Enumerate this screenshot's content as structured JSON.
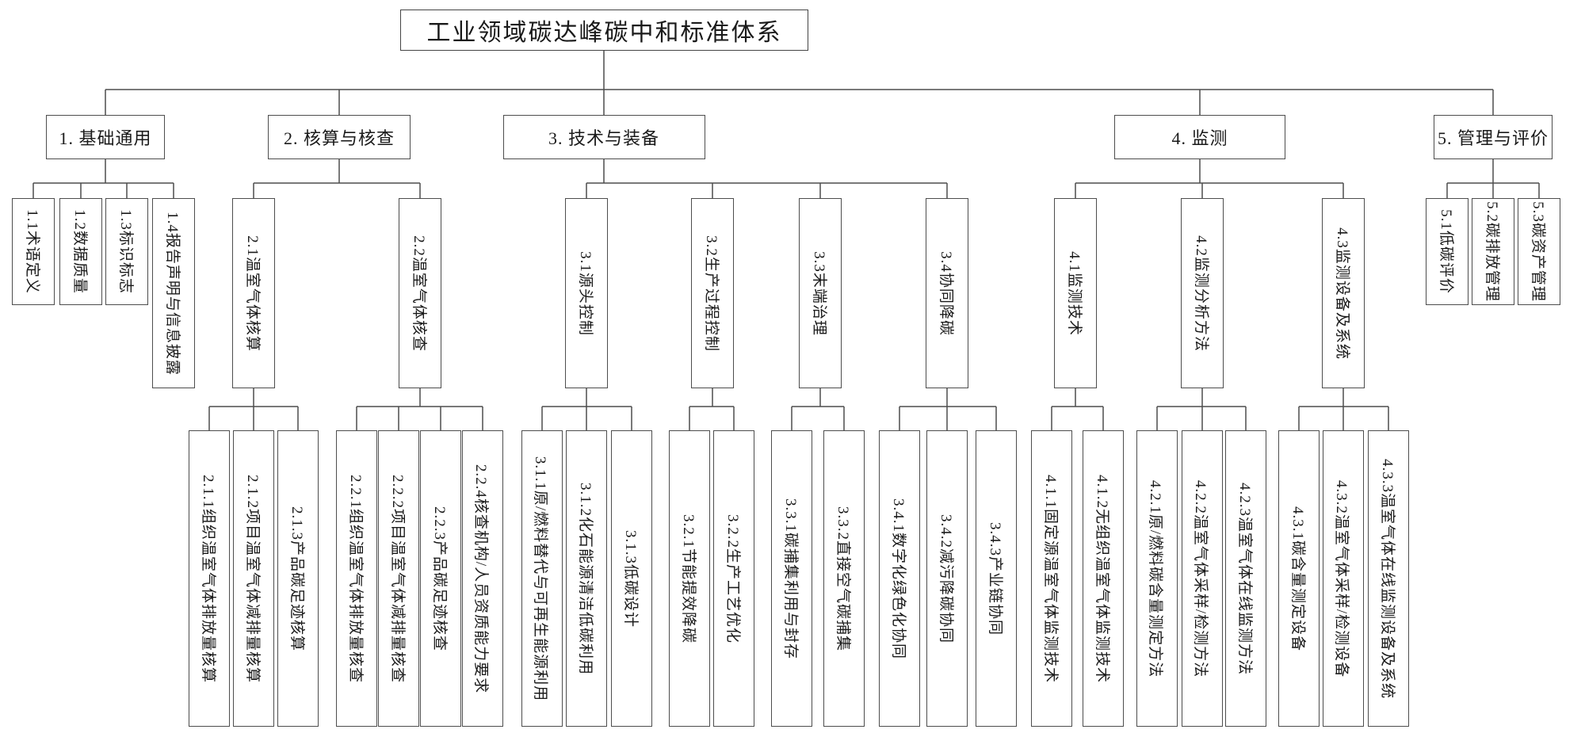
{
  "title": "工业领域碳达峰碳中和标准体系",
  "colors": {
    "line": "#4d4d4d",
    "text": "#1a1a1a",
    "background": "#ffffff"
  },
  "groups": [
    {
      "label": "1. 基础通用",
      "children": [
        {
          "label": "1.1术语定义"
        },
        {
          "label": "1.2数据质量"
        },
        {
          "label": "1.3标识标志"
        },
        {
          "label": "1.4报告声明与信息披露"
        }
      ]
    },
    {
      "label": "2. 核算与核查",
      "children": [
        {
          "label": "2.1温室气体核算",
          "children": [
            {
              "label": "2.1.1组织温室气体排放量核算"
            },
            {
              "label": "2.1.2项目温室气体减排量核算"
            },
            {
              "label": "2.1.3产品碳足迹核算"
            }
          ]
        },
        {
          "label": "2.2温室气体核查",
          "children": [
            {
              "label": "2.2.1组织温室气体排放量核查"
            },
            {
              "label": "2.2.2项目温室气体减排量核查"
            },
            {
              "label": "2.2.3产品碳足迹核查"
            },
            {
              "label": "2.2.4核查机构/人员资质能力要求"
            }
          ]
        }
      ]
    },
    {
      "label": "3. 技术与装备",
      "children": [
        {
          "label": "3.1源头控制",
          "children": [
            {
              "label": "3.1.1原/燃料替代与可再生能源利用"
            },
            {
              "label": "3.1.2化石能源清洁低碳利用"
            },
            {
              "label": "3.1.3低碳设计"
            }
          ]
        },
        {
          "label": "3.2生产过程控制",
          "children": [
            {
              "label": "3.2.1节能提效降碳"
            },
            {
              "label": "3.2.2生产工艺优化"
            }
          ]
        },
        {
          "label": "3.3末端治理",
          "children": [
            {
              "label": "3.3.1碳捕集利用与封存"
            },
            {
              "label": "3.3.2直接空气碳捕集"
            }
          ]
        },
        {
          "label": "3.4协同降碳",
          "children": [
            {
              "label": "3.4.1数字化绿色化协同"
            },
            {
              "label": "3.4.2减污降碳协同"
            },
            {
              "label": "3.4.3产业链协同"
            }
          ]
        }
      ]
    },
    {
      "label": "4. 监测",
      "children": [
        {
          "label": "4.1监测技术",
          "children": [
            {
              "label": "4.1.1固定源温室气体监测技术"
            },
            {
              "label": "4.1.2无组织温室气体监测技术"
            }
          ]
        },
        {
          "label": "4.2监测分析方法",
          "children": [
            {
              "label": "4.2.1原/燃料碳含量测定方法"
            },
            {
              "label": "4.2.2温室气体采样/检测方法"
            },
            {
              "label": "4.2.3温室气体在线监测方法"
            }
          ]
        },
        {
          "label": "4.3监测设备及系统",
          "children": [
            {
              "label": "4.3.1碳含量测定设备"
            },
            {
              "label": "4.3.2温室气体采样/检测设备"
            },
            {
              "label": "4.3.3温室气体在线监测设备及系统"
            }
          ]
        }
      ]
    },
    {
      "label": "5. 管理与评价",
      "children": [
        {
          "label": "5.1低碳评价"
        },
        {
          "label": "5.2碳排放管理"
        },
        {
          "label": "5.3碳资产管理"
        }
      ]
    }
  ]
}
